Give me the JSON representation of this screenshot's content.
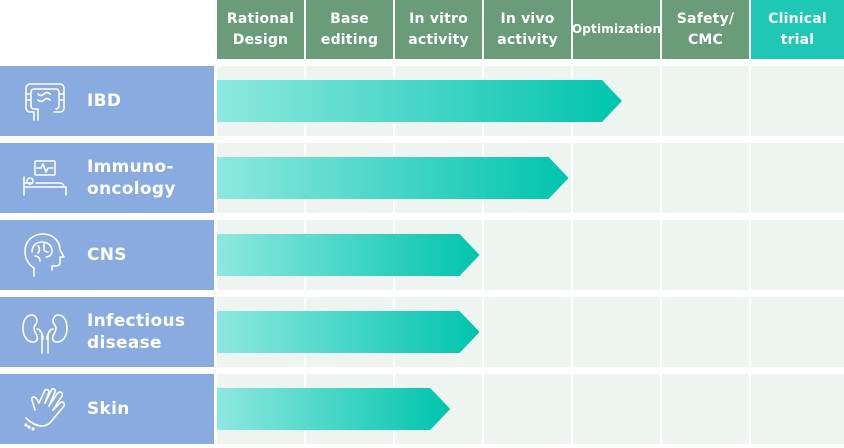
{
  "colors": {
    "header": "#6a9c7a",
    "header_clinical": "#1fc8b4",
    "row_label": "#89abe0",
    "grid_cell": "#eef5f0",
    "arrow_start": "#8ee8df",
    "arrow_end": "#00c4ad"
  },
  "stages": [
    {
      "label": "Rational\nDesign",
      "color": "header"
    },
    {
      "label": "Base\nediting",
      "color": "header"
    },
    {
      "label": "In vitro\nactivity",
      "color": "header"
    },
    {
      "label": "In vivo\nactivity",
      "color": "header"
    },
    {
      "label": "Optimization",
      "color": "header"
    },
    {
      "label": "Safety/\nCMC",
      "color": "header"
    },
    {
      "label": "Clinical\ntrial",
      "color": "header_clinical"
    }
  ],
  "programs": [
    {
      "label": "IBD",
      "icon": "intestine-icon",
      "progress_stage_fraction": 4.55
    },
    {
      "label": "Immuno-\noncology",
      "icon": "hospital-bed-icon",
      "progress_stage_fraction": 3.95
    },
    {
      "label": "CNS",
      "icon": "brain-head-icon",
      "progress_stage_fraction": 2.95
    },
    {
      "label": "Infectious\ndisease",
      "icon": "kidneys-icon",
      "progress_stage_fraction": 2.95
    },
    {
      "label": "Skin",
      "icon": "hand-skin-icon",
      "progress_stage_fraction": 2.62
    }
  ]
}
